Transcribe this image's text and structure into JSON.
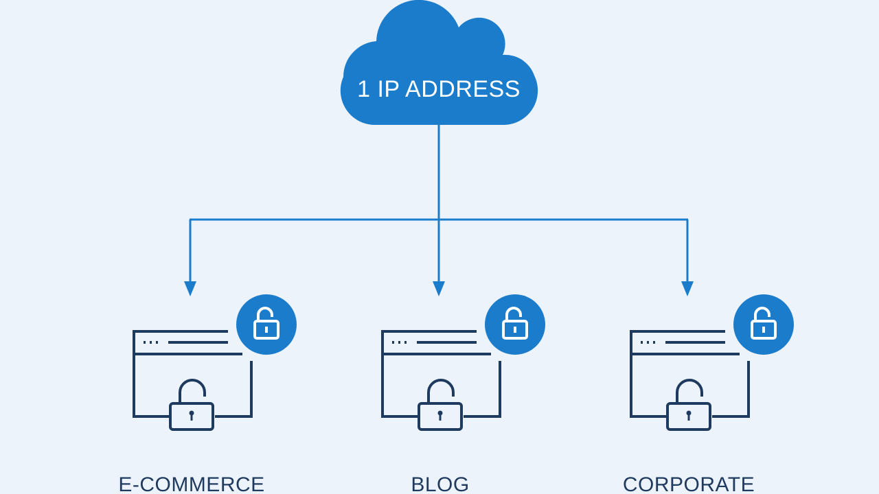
{
  "colors": {
    "background": "#edf3fa",
    "accent_blue": "#1c7ccc",
    "navy": "#1f3a5f",
    "white": "#ffffff"
  },
  "cloud": {
    "label": "1 IP ADDRESS",
    "icon": "cloud-icon"
  },
  "sites": [
    {
      "label": "E-COMMERCE",
      "icon": "browser-window-icon",
      "badge_icon": "unlocked-padlock-icon"
    },
    {
      "label": "BLOG",
      "icon": "browser-window-icon",
      "badge_icon": "unlocked-padlock-icon"
    },
    {
      "label": "CORPORATE",
      "icon": "browser-window-icon",
      "badge_icon": "unlocked-padlock-icon"
    }
  ]
}
